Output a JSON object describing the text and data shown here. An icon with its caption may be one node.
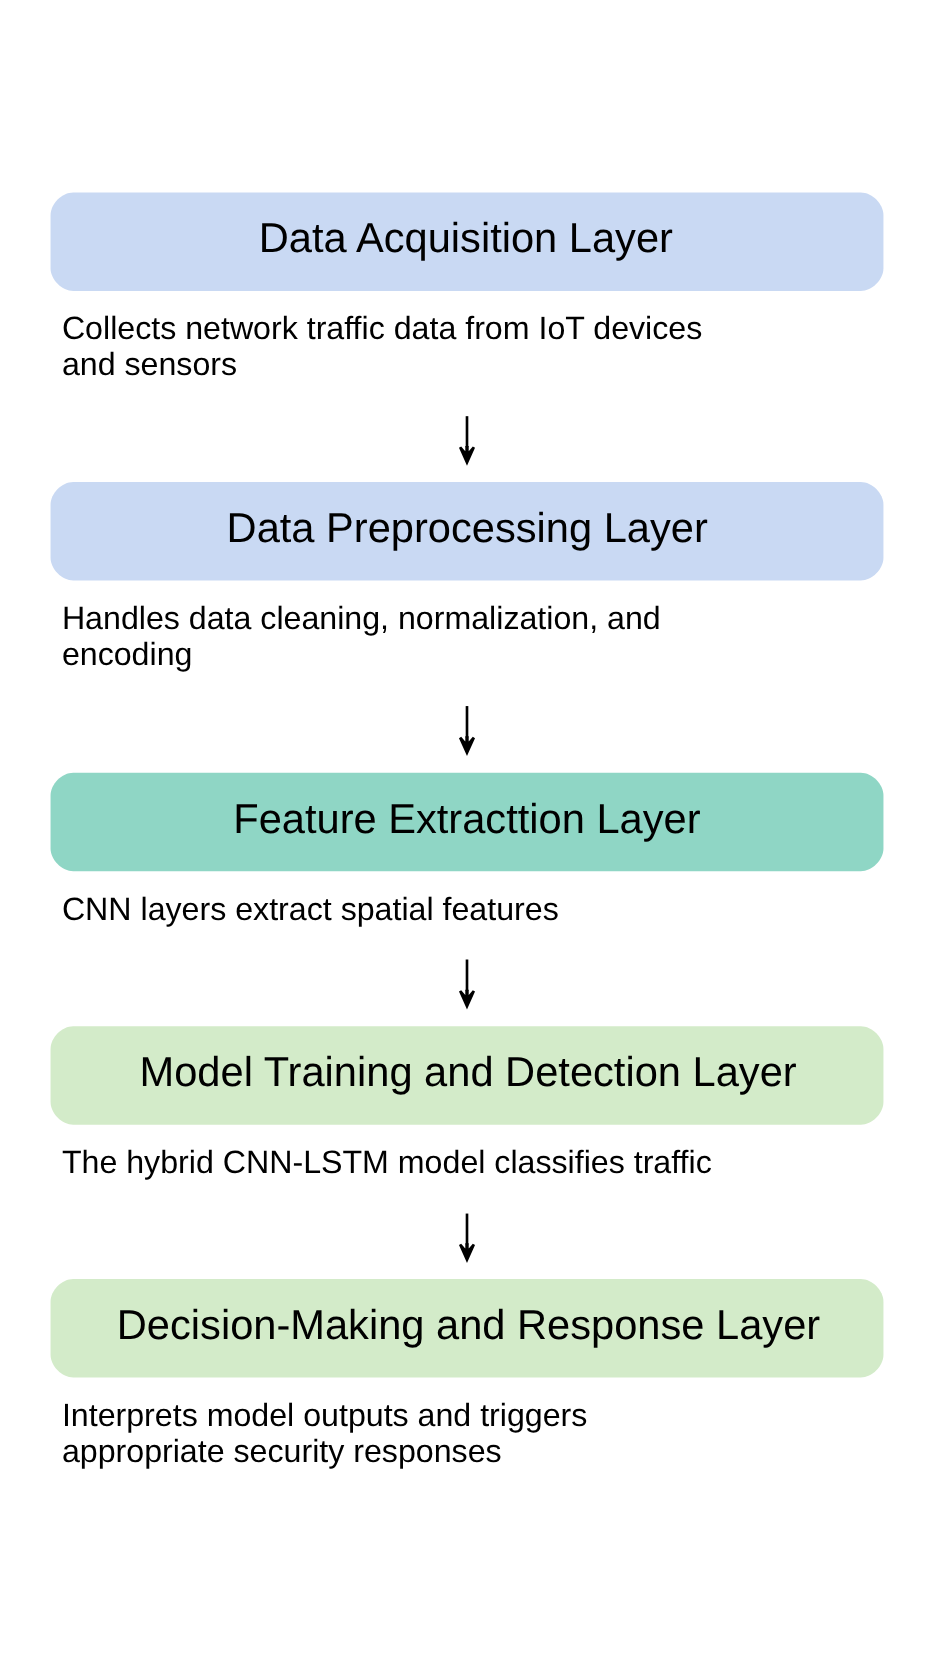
{
  "diagram": {
    "nodes": [
      {
        "text": [
          "Data Acquisition Layer"
        ],
        "beside": [
          "Collects network traffic data from IoT devices and sensors"
        ]
      },
      {
        "text": [
          "Data Preprocessing Layer"
        ],
        "beside": [
          "Handles data cleaning, normalization, and encoding"
        ]
      },
      {
        "text": [
          "Feature Extracttion Layer"
        ],
        "beside": [
          "CNN layers extract spatial features"
        ]
      },
      {
        "text": [
          "Model Training and Detection Layer"
        ],
        "beside": [
          "The hybrid CNN-LSTM model classifies traffic"
        ]
      },
      {
        "text": [
          "Decision-Making and Response Layer"
        ],
        "beside": [
          "Interprets model outputs and triggers appropriate security responses"
        ]
      }
    ],
    "edges": [
      {
        "from": 0,
        "to": 1,
        "arrow": "to"
      },
      {
        "from": 1,
        "to": 2,
        "arrow": "to"
      },
      {
        "from": 2,
        "to": 3,
        "arrow": "to"
      },
      {
        "from": 3,
        "to": 4,
        "arrow": "to"
      }
    ]
  }
}
